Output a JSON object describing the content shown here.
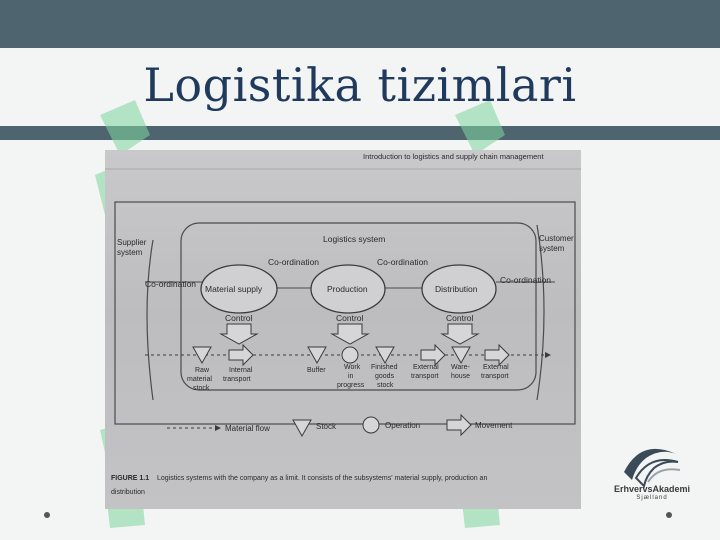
{
  "slide": {
    "title": "Logistika tizimlari"
  },
  "figure": {
    "running_head": "Introduction to logistics and supply chain management",
    "supplier_label_1": "Supplier",
    "supplier_label_2": "system",
    "customer_label_1": "Customer",
    "customer_label_2": "system",
    "logistics_system": "Logistics system",
    "coordination": "Co-ordination",
    "coordination_left": "Co-ordination",
    "coordination_right": "Co-ordination",
    "material_supply": "Material supply",
    "production": "Production",
    "distribution": "Distribution",
    "control": "Control",
    "flow_labels": {
      "raw": [
        "Raw",
        "material",
        "stock"
      ],
      "internal": [
        "Internal",
        "transport"
      ],
      "buffer": [
        "Buffer"
      ],
      "wip": [
        "Work",
        "in",
        "progress"
      ],
      "finished": [
        "Finished",
        "goods",
        "stock"
      ],
      "external1": [
        "External",
        "transport"
      ],
      "warehouse": [
        "Ware-",
        "house"
      ],
      "external2": [
        "External",
        "transport"
      ]
    },
    "legend": {
      "material_flow": "Material flow",
      "stock": "Stock",
      "operation": "Operation",
      "movement": "Movement"
    },
    "caption_label": "FIGURE 1.1",
    "caption_line1": "Logistics systems with the company as a limit. It consists of the subsystems' material supply, production an",
    "caption_line2": "distribution"
  },
  "logo": {
    "name": "ErhvervsAkademi",
    "sub": "Sjælland"
  },
  "colors": {
    "band": "#4e6570",
    "title": "#1f3a5c",
    "watermark": "#7ed6a0"
  }
}
